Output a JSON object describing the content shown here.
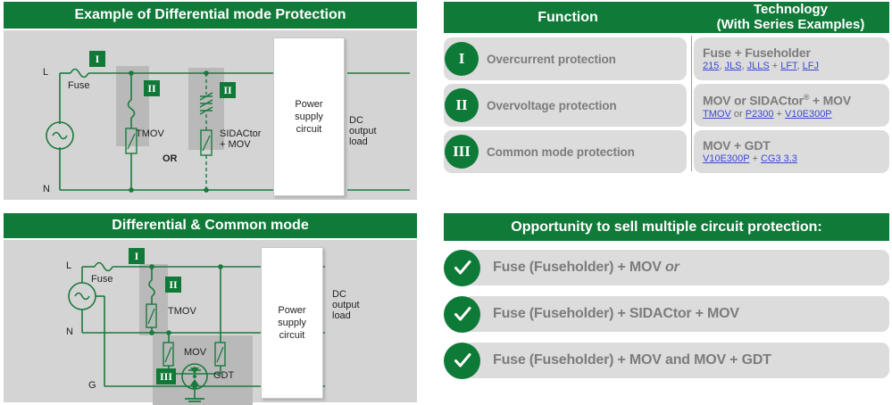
{
  "colors": {
    "green": "#107A39",
    "circle_green": "#0E7A38",
    "panel_gray": "#d4d4d4",
    "row_gray": "#dcdcdc",
    "text_gray": "#7c7c7c",
    "link_blue": "#3b48d4",
    "wire_green": "#1a7a3c"
  },
  "top_left": {
    "title": "Example of Differential mode Protection",
    "labels": {
      "line": "L",
      "neutral": "N",
      "fuse": "Fuse",
      "tmov": "TMOV",
      "sidactor": "SIDACtor\n+ MOV",
      "or": "OR",
      "psu": "Power\nsupply\ncircuit",
      "load": "DC\noutput\nload"
    },
    "badges": [
      "I",
      "II",
      "II"
    ]
  },
  "bottom_left": {
    "title": "Differential & Common mode",
    "labels": {
      "line": "L",
      "neutral": "N",
      "ground": "G",
      "fuse": "Fuse",
      "tmov": "TMOV",
      "mov": "MOV",
      "gdt": "GDT",
      "psu": "Power\nsupply\ncircuit",
      "load": "DC\noutput\nload"
    },
    "badges": [
      "I",
      "II",
      "III"
    ]
  },
  "table": {
    "headers": [
      {
        "title": "Function",
        "subtitle": ""
      },
      {
        "title": "Technology",
        "subtitle": "(With Series Examples)"
      }
    ],
    "rows": [
      {
        "numeral": "I",
        "function": "Overcurrent protection",
        "tech_main": "Fuse + Fuseholder",
        "tech_main_sup": "",
        "tech_links": [
          {
            "text": "215",
            "link": true
          },
          {
            "text": ", ",
            "link": false
          },
          {
            "text": "JLS",
            "link": true
          },
          {
            "text": ", ",
            "link": false
          },
          {
            "text": "JLLS",
            "link": true
          },
          {
            "text": " + ",
            "link": false
          },
          {
            "text": "LFT",
            "link": true
          },
          {
            "text": ", ",
            "link": false
          },
          {
            "text": "LFJ",
            "link": true
          }
        ]
      },
      {
        "numeral": "II",
        "function": "Overvoltage protection",
        "tech_main": "MOV or SIDACtor",
        "tech_main_sup": "®",
        "tech_main_tail": " + MOV",
        "tech_links": [
          {
            "text": "TMOV",
            "link": true
          },
          {
            "text": " or ",
            "link": false
          },
          {
            "text": "P2300",
            "link": true
          },
          {
            "text": " + ",
            "link": false
          },
          {
            "text": "V10E300P",
            "link": true
          }
        ]
      },
      {
        "numeral": "III",
        "function": "Common mode protection",
        "tech_main": "MOV + GDT",
        "tech_main_sup": "",
        "tech_links": [
          {
            "text": "V10E300P",
            "link": true
          },
          {
            "text": " + ",
            "link": false
          },
          {
            "text": "CG3 3.3",
            "link": true
          }
        ]
      }
    ]
  },
  "opportunity": {
    "title": "Opportunity to sell multiple circuit protection:",
    "items": [
      {
        "text": "Fuse (Fuseholder) + MOV ",
        "italic_tail": "or"
      },
      {
        "text": "Fuse (Fuseholder) + SIDACtor + MOV",
        "italic_tail": ""
      },
      {
        "text": "Fuse (Fuseholder) + MOV and MOV + GDT",
        "italic_tail": ""
      }
    ]
  }
}
